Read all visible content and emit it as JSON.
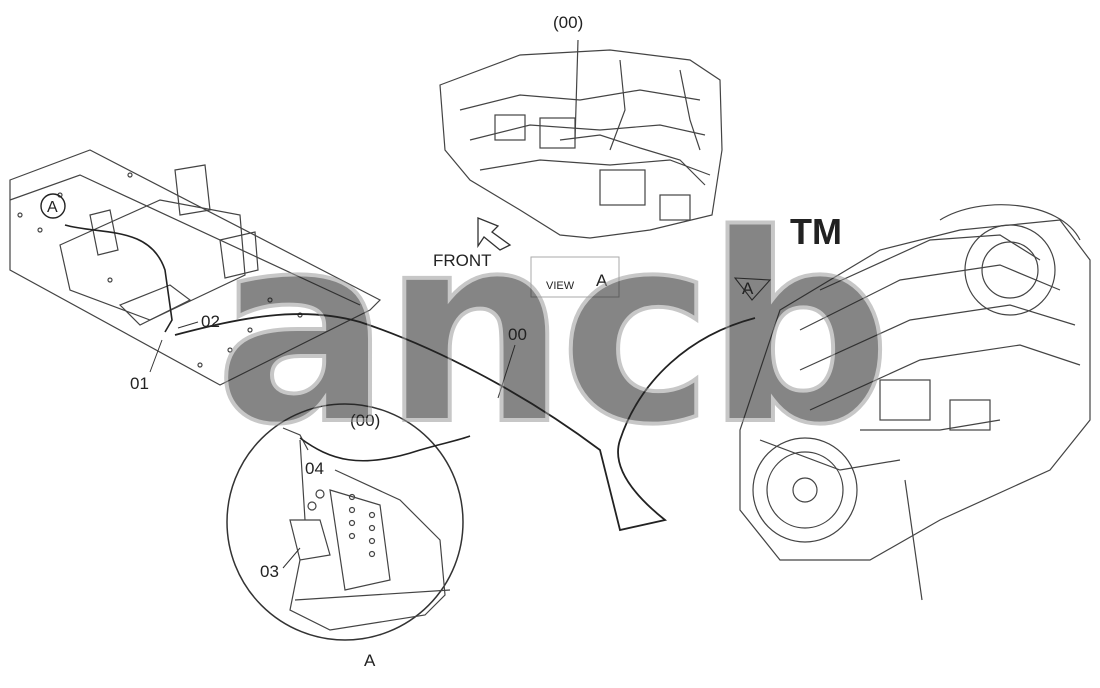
{
  "diagram": {
    "watermark": {
      "text": "ancb",
      "mark": "TM"
    },
    "labels": {
      "top_ref": "(00)",
      "front": "FRONT",
      "view": "VIEW",
      "view_letter": "A",
      "engine_view": "A",
      "seat_view": "A",
      "part_00": "00",
      "part_01": "01",
      "part_02": "02",
      "part_03": "03",
      "part_04": "04",
      "detail_ref": "(00)",
      "detail_letter": "A"
    },
    "colors": {
      "line": "#333333",
      "watermark": "#b8b8b8",
      "background": "#ffffff"
    }
  }
}
